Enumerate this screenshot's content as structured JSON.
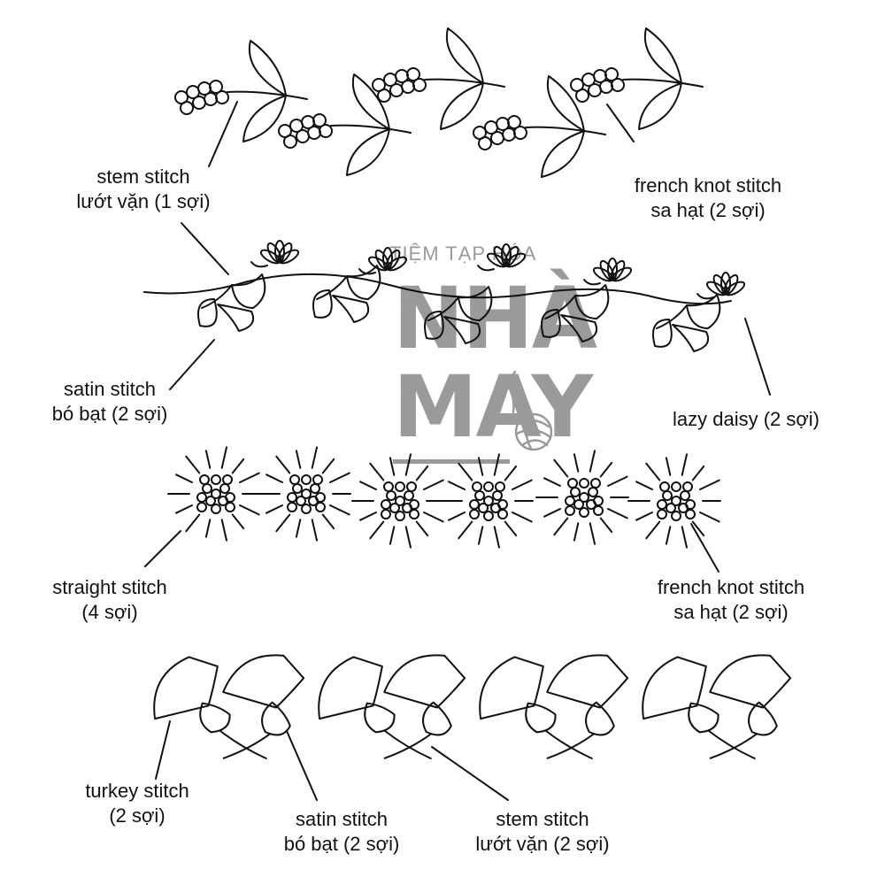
{
  "labels": {
    "stem_top": [
      "stem stitch",
      "lướt vặn (1 sợi)"
    ],
    "french_top": [
      "french knot stitch",
      "sa hạt (2 sợi)"
    ],
    "satin_mid": [
      "satin stitch",
      "bó bạt (2 sợi)"
    ],
    "lazy_daisy": [
      "lazy daisy (2 sợi)"
    ],
    "straight": [
      "straight stitch",
      "(4 sợi)"
    ],
    "french_mid": [
      "french knot stitch",
      "sa hạt (2 sợi)"
    ],
    "turkey": [
      "turkey stitch",
      "(2 sợi)"
    ],
    "satin_bottom": [
      "satin stitch",
      "bó bạt (2 sợi)"
    ],
    "stem_bottom": [
      "stem stitch",
      "lướt vặn (2 sợi)"
    ]
  },
  "watermark": {
    "top": "TIỆM TẠP HÓA",
    "line1": "NHÀ",
    "line2": "MAY"
  },
  "colors": {
    "ink": "#111111",
    "watermark": "#9a9a9a"
  }
}
